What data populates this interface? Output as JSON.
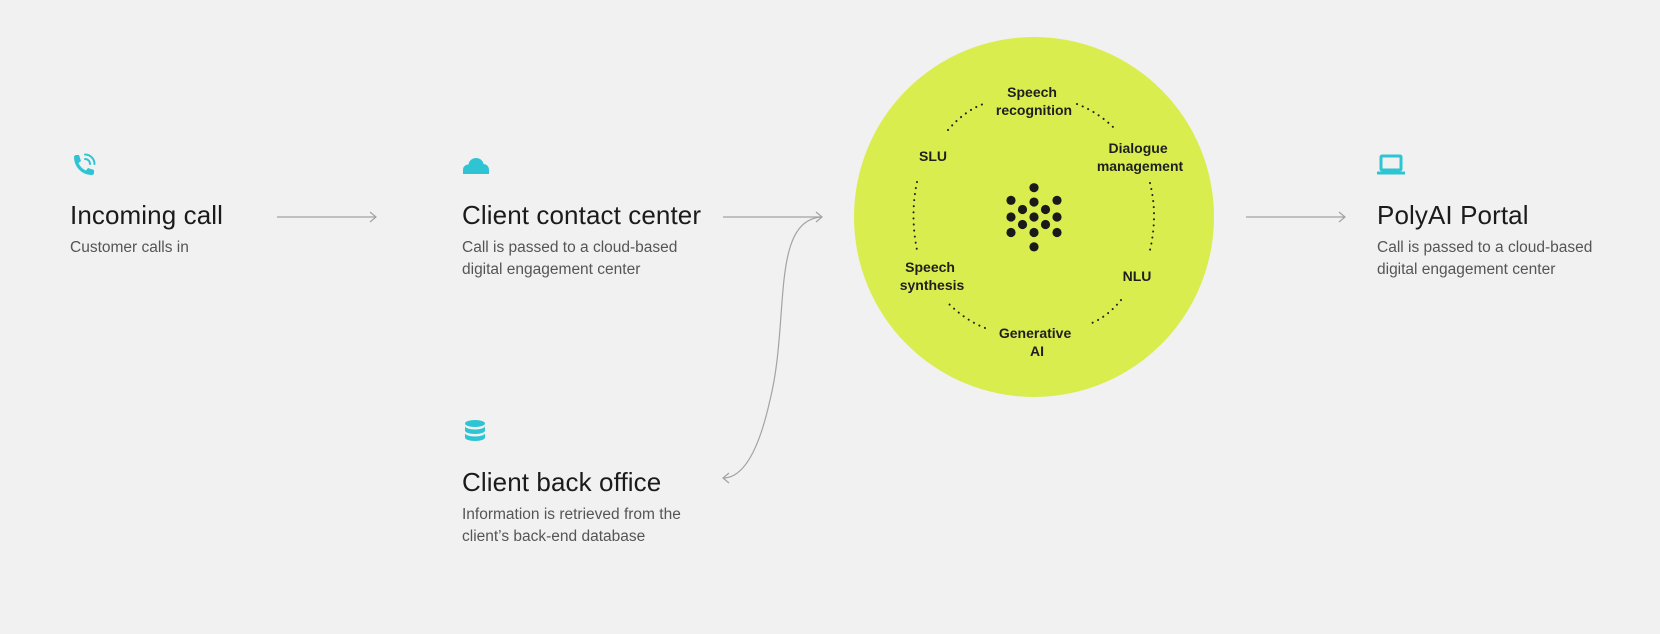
{
  "nodes": {
    "incoming_call": {
      "title": "Incoming call",
      "description": "Customer calls in",
      "icon": "phone-call-icon"
    },
    "client_contact_center": {
      "title": "Client contact center",
      "description": "Call is passed to a cloud-based digital engagement center",
      "icon": "cloud-icon"
    },
    "client_back_office": {
      "title": "Client back office",
      "description": "Information is retrieved from the client’s back-end database",
      "icon": "database-icon"
    },
    "polyai_portal": {
      "title": "PolyAI Portal",
      "description": "Call is passed to a cloud-based digital engagement center",
      "icon": "laptop-icon"
    }
  },
  "circle": {
    "labels": {
      "speech_recognition": [
        "Speech",
        "recognition"
      ],
      "dialogue_management": [
        "Dialogue",
        "management"
      ],
      "nlu": [
        "NLU"
      ],
      "generative_ai": [
        "Generative",
        "AI"
      ],
      "speech_synthesis": [
        "Speech",
        "synthesis"
      ],
      "slu": [
        "SLU"
      ]
    },
    "center_icon": "polyai-dots-logo"
  },
  "colors": {
    "background": "#f1f1f1",
    "icon_accent": "#2ec4d4",
    "circle_fill": "#d9ed4f",
    "connector": "#9a9a9a",
    "dots": "#1a1a1a"
  }
}
